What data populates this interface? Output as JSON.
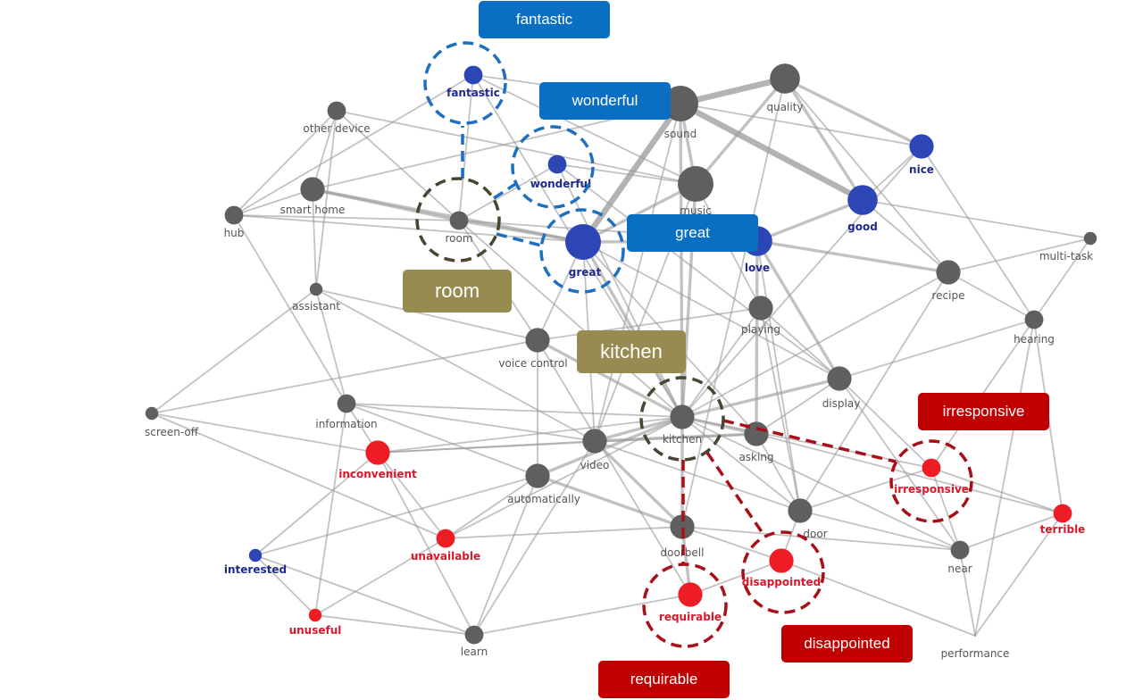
{
  "title": "Keyword co-occurrence network with sentiment word highlights",
  "colors": {
    "neutral_node": "#5f5f5f",
    "positive_node": "#2d46b5",
    "negative_node": "#ee1c25",
    "neutral_label": "#555555",
    "positive_label": "#1f2a8c",
    "negative_label": "#d8182a",
    "edge": "#9a9a9a",
    "blue_callout": "#0a6fc2",
    "red_callout": "#c00000",
    "olive_callout": "#978b52",
    "olive_ring": "#4a4530",
    "blue_ring": "#1f6fbf",
    "red_ring": "#a80f18"
  },
  "nodes": [
    {
      "id": "fantastic",
      "label": "fantastic",
      "sentiment": "positive",
      "weight": 2
    },
    {
      "id": "other_device",
      "label": "other device",
      "sentiment": "neutral",
      "weight": 2
    },
    {
      "id": "smart_home",
      "label": "smart home",
      "sentiment": "neutral",
      "weight": 3
    },
    {
      "id": "hub",
      "label": "hub",
      "sentiment": "neutral",
      "weight": 2
    },
    {
      "id": "room",
      "label": "room",
      "sentiment": "neutral",
      "weight": 2
    },
    {
      "id": "wonderful",
      "label": "wonderful",
      "sentiment": "positive",
      "weight": 2
    },
    {
      "id": "sound",
      "label": "sound",
      "sentiment": "neutral",
      "weight": 5
    },
    {
      "id": "quality",
      "label": "quality",
      "sentiment": "neutral",
      "weight": 4
    },
    {
      "id": "music",
      "label": "music",
      "sentiment": "neutral",
      "weight": 5
    },
    {
      "id": "great",
      "label": "great",
      "sentiment": "positive",
      "weight": 5
    },
    {
      "id": "love",
      "label": "love",
      "sentiment": "positive",
      "weight": 4
    },
    {
      "id": "good",
      "label": "good",
      "sentiment": "positive",
      "weight": 4
    },
    {
      "id": "nice",
      "label": "nice",
      "sentiment": "positive",
      "weight": 3
    },
    {
      "id": "multi_task",
      "label": "multi-task",
      "sentiment": "neutral",
      "weight": 1
    },
    {
      "id": "recipe",
      "label": "recipe",
      "sentiment": "neutral",
      "weight": 3
    },
    {
      "id": "hearing",
      "label": "hearing",
      "sentiment": "neutral",
      "weight": 2
    },
    {
      "id": "assistant",
      "label": "assistant",
      "sentiment": "neutral",
      "weight": 1
    },
    {
      "id": "playing",
      "label": "playing",
      "sentiment": "neutral",
      "weight": 3
    },
    {
      "id": "voice_control",
      "label": "voice control",
      "sentiment": "neutral",
      "weight": 3
    },
    {
      "id": "display",
      "label": "display",
      "sentiment": "neutral",
      "weight": 3
    },
    {
      "id": "screen_off",
      "label": "screen-off",
      "sentiment": "neutral",
      "weight": 1
    },
    {
      "id": "information",
      "label": "information",
      "sentiment": "neutral",
      "weight": 2
    },
    {
      "id": "kitchen",
      "label": "kitchen",
      "sentiment": "neutral",
      "weight": 3
    },
    {
      "id": "asking",
      "label": "asking",
      "sentiment": "neutral",
      "weight": 3
    },
    {
      "id": "video",
      "label": "video",
      "sentiment": "neutral",
      "weight": 3
    },
    {
      "id": "inconvenient",
      "label": "inconvenient",
      "sentiment": "negative",
      "weight": 3
    },
    {
      "id": "automatically",
      "label": "automatically",
      "sentiment": "neutral",
      "weight": 3
    },
    {
      "id": "irresponsive",
      "label": "irresponsive",
      "sentiment": "negative",
      "weight": 2
    },
    {
      "id": "terrible",
      "label": "terrible",
      "sentiment": "negative",
      "weight": 2
    },
    {
      "id": "door",
      "label": "door",
      "sentiment": "neutral",
      "weight": 3
    },
    {
      "id": "doorbell",
      "label": "doorbell",
      "sentiment": "neutral",
      "weight": 3
    },
    {
      "id": "near",
      "label": "near",
      "sentiment": "neutral",
      "weight": 2
    },
    {
      "id": "interested",
      "label": "interested",
      "sentiment": "positive",
      "weight": 1
    },
    {
      "id": "unavailable",
      "label": "unavailable",
      "sentiment": "negative",
      "weight": 2
    },
    {
      "id": "disappointed",
      "label": "disappointed",
      "sentiment": "negative",
      "weight": 3
    },
    {
      "id": "requirable",
      "label": "requirable",
      "sentiment": "negative",
      "weight": 3
    },
    {
      "id": "unuseful",
      "label": "unuseful",
      "sentiment": "negative",
      "weight": 1
    },
    {
      "id": "learn",
      "label": "learn",
      "sentiment": "neutral",
      "weight": 2
    },
    {
      "id": "performance",
      "label": "performance",
      "sentiment": "neutral",
      "weight": 0
    }
  ],
  "edges": [
    [
      "sound",
      "quality",
      4
    ],
    [
      "sound",
      "good",
      4
    ],
    [
      "sound",
      "great",
      4
    ],
    [
      "quality",
      "good",
      2
    ],
    [
      "quality",
      "nice",
      2
    ],
    [
      "sound",
      "nice",
      1
    ],
    [
      "music",
      "sound",
      2
    ],
    [
      "music",
      "great",
      2
    ],
    [
      "music",
      "quality",
      2
    ],
    [
      "great",
      "love",
      2
    ],
    [
      "good",
      "nice",
      1
    ],
    [
      "good",
      "love",
      2
    ],
    [
      "love",
      "recipe",
      2
    ],
    [
      "good",
      "multi_task",
      1
    ],
    [
      "good",
      "recipe",
      1
    ],
    [
      "nice",
      "hearing",
      1
    ],
    [
      "recipe",
      "hearing",
      1
    ],
    [
      "multi_task",
      "hearing",
      1
    ],
    [
      "multi_task",
      "recipe",
      1
    ],
    [
      "hub",
      "other_device",
      1
    ],
    [
      "hub",
      "smart_home",
      1
    ],
    [
      "hub",
      "room",
      1
    ],
    [
      "hub",
      "fantastic",
      1
    ],
    [
      "hub",
      "great",
      1
    ],
    [
      "smart_home",
      "room",
      2
    ],
    [
      "smart_home",
      "great",
      2
    ],
    [
      "smart_home",
      "other_device",
      1
    ],
    [
      "smart_home",
      "assistant",
      1
    ],
    [
      "smart_home",
      "sound",
      1
    ],
    [
      "other_device",
      "room",
      1
    ],
    [
      "other_device",
      "music",
      1
    ],
    [
      "other_device",
      "assistant",
      1
    ],
    [
      "fantastic",
      "sound",
      1
    ],
    [
      "fantastic",
      "room",
      1
    ],
    [
      "fantastic",
      "music",
      1
    ],
    [
      "fantastic",
      "kitchen",
      1
    ],
    [
      "wonderful",
      "music",
      1
    ],
    [
      "wonderful",
      "room",
      1
    ],
    [
      "wonderful",
      "kitchen",
      1
    ],
    [
      "wonderful",
      "display",
      1
    ],
    [
      "room",
      "great",
      2
    ],
    [
      "room",
      "love",
      1
    ],
    [
      "room",
      "voice_control",
      1
    ],
    [
      "room",
      "kitchen",
      1
    ],
    [
      "great",
      "kitchen",
      2
    ],
    [
      "great",
      "video",
      1
    ],
    [
      "great",
      "display",
      1
    ],
    [
      "great",
      "voice_control",
      1
    ],
    [
      "assistant",
      "information",
      1
    ],
    [
      "assistant",
      "voice_control",
      1
    ],
    [
      "assistant",
      "screen_off",
      1
    ],
    [
      "assistant",
      "video",
      1
    ],
    [
      "hub",
      "information",
      1
    ],
    [
      "information",
      "kitchen",
      1
    ],
    [
      "information",
      "inconvenient",
      1
    ],
    [
      "information",
      "automatically",
      1
    ],
    [
      "information",
      "video",
      1
    ],
    [
      "screen_off",
      "inconvenient",
      1
    ],
    [
      "screen_off",
      "unavailable",
      1
    ],
    [
      "screen_off",
      "voice_control",
      1
    ],
    [
      "inconvenient",
      "kitchen",
      1
    ],
    [
      "inconvenient",
      "video",
      1
    ],
    [
      "inconvenient",
      "asking",
      1
    ],
    [
      "inconvenient",
      "unavailable",
      1
    ],
    [
      "inconvenient",
      "learn",
      1
    ],
    [
      "voice_control",
      "kitchen",
      2
    ],
    [
      "voice_control",
      "automatically",
      1
    ],
    [
      "voice_control",
      "playing",
      1
    ],
    [
      "video",
      "kitchen",
      2
    ],
    [
      "video",
      "asking",
      2
    ],
    [
      "video",
      "door",
      1
    ],
    [
      "video",
      "doorbell",
      2
    ],
    [
      "automatically",
      "kitchen",
      2
    ],
    [
      "automatically",
      "doorbell",
      2
    ],
    [
      "automatically",
      "unavailable",
      1
    ],
    [
      "automatically",
      "interested",
      1
    ],
    [
      "kitchen",
      "asking",
      2
    ],
    [
      "kitchen",
      "display",
      2
    ],
    [
      "kitchen",
      "doorbell",
      2
    ],
    [
      "kitchen",
      "door",
      1
    ],
    [
      "kitchen",
      "playing",
      1
    ],
    [
      "kitchen",
      "irresponsive",
      1
    ],
    [
      "kitchen",
      "near",
      1
    ],
    [
      "asking",
      "display",
      1
    ],
    [
      "asking",
      "door",
      1
    ],
    [
      "asking",
      "terrible",
      1
    ],
    [
      "display",
      "playing",
      1
    ],
    [
      "display",
      "near",
      1
    ],
    [
      "display",
      "hearing",
      1
    ],
    [
      "display",
      "love",
      2
    ],
    [
      "playing",
      "music",
      1
    ],
    [
      "playing",
      "door",
      1
    ],
    [
      "door",
      "disappointed",
      1
    ],
    [
      "door",
      "near",
      1
    ],
    [
      "door",
      "irresponsive",
      1
    ],
    [
      "doorbell",
      "requirable",
      2
    ],
    [
      "doorbell",
      "disappointed",
      1
    ],
    [
      "doorbell",
      "near",
      1
    ],
    [
      "irresponsive",
      "terrible",
      1
    ],
    [
      "irresponsive",
      "near",
      1
    ],
    [
      "irresponsive",
      "hearing",
      1
    ],
    [
      "terrible",
      "hearing",
      1
    ],
    [
      "terrible",
      "near",
      1
    ],
    [
      "terrible",
      "performance",
      1
    ],
    [
      "near",
      "performance",
      1
    ],
    [
      "disappointed",
      "performance",
      1
    ],
    [
      "requirable",
      "learn",
      1
    ],
    [
      "requirable",
      "voice_control",
      1
    ],
    [
      "requirable",
      "disappointed",
      1
    ],
    [
      "unuseful",
      "interested",
      1
    ],
    [
      "unuseful",
      "information",
      1
    ],
    [
      "unuseful",
      "learn",
      1
    ],
    [
      "unuseful",
      "unavailable",
      1
    ],
    [
      "interested",
      "inconvenient",
      1
    ],
    [
      "interested",
      "learn",
      1
    ],
    [
      "learn",
      "video",
      1
    ],
    [
      "learn",
      "automatically",
      1
    ],
    [
      "unavailable",
      "doorbell",
      1
    ],
    [
      "unavailable",
      "kitchen",
      1
    ],
    [
      "sound",
      "kitchen",
      2
    ],
    [
      "quality",
      "recipe",
      1
    ],
    [
      "music",
      "kitchen",
      2
    ],
    [
      "great",
      "asking",
      1
    ],
    [
      "love",
      "asking",
      2
    ],
    [
      "love",
      "door",
      1
    ],
    [
      "nice",
      "kitchen",
      1
    ],
    [
      "recipe",
      "kitchen",
      1
    ],
    [
      "recipe",
      "door",
      1
    ],
    [
      "hearing",
      "performance",
      1
    ],
    [
      "display",
      "irresponsive",
      1
    ],
    [
      "sound",
      "video",
      1
    ],
    [
      "quality",
      "doorbell",
      1
    ],
    [
      "music",
      "video",
      1
    ]
  ],
  "highlights": [
    {
      "node": "fantastic",
      "group": "positive",
      "callout": "fantastic"
    },
    {
      "node": "wonderful",
      "group": "positive",
      "callout": "wonderful"
    },
    {
      "node": "great",
      "group": "positive",
      "callout": "great"
    },
    {
      "node": "room",
      "group": "topic",
      "callout": "room"
    },
    {
      "node": "kitchen",
      "group": "topic",
      "callout": "kitchen"
    },
    {
      "node": "irresponsive",
      "group": "negative",
      "callout": "irresponsive"
    },
    {
      "node": "disappointed",
      "group": "negative",
      "callout": "disappointed"
    },
    {
      "node": "requirable",
      "group": "negative",
      "callout": "requirable"
    }
  ],
  "callouts": {
    "fantastic": "fantastic",
    "wonderful": "wonderful",
    "great": "great",
    "room": "room",
    "kitchen": "kitchen",
    "irresponsive": "irresponsive",
    "disappointed": "disappointed",
    "requirable": "requirable"
  }
}
